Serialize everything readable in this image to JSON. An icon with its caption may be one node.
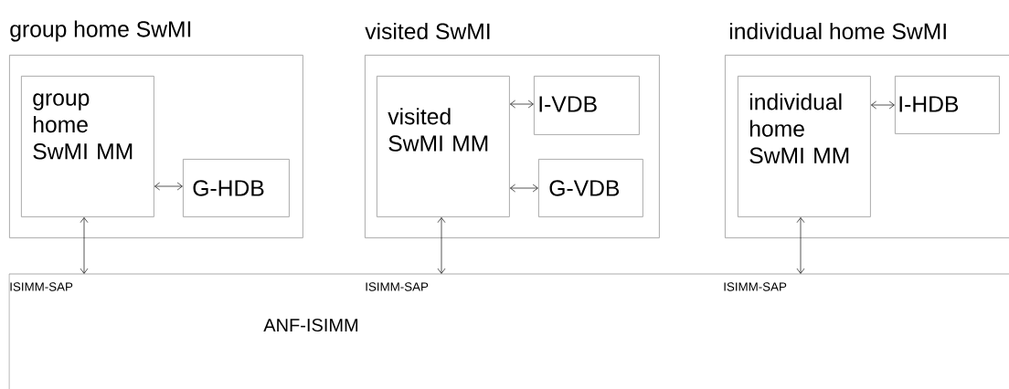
{
  "diagram": {
    "nodes": [
      {
        "text": [
          "group home SwMI"
        ]
      },
      {
        "text": [
          "group home SwMI MM"
        ],
        "in": 0
      },
      {
        "text": [
          "G-HDB"
        ],
        "in": 0
      },
      {
        "text": [
          "visited SwMI"
        ]
      },
      {
        "text": [
          "visited SwMI MM"
        ],
        "in": 3
      },
      {
        "text": [
          "I-VDB"
        ],
        "in": 3
      },
      {
        "text": [
          "G-VDB"
        ],
        "in": 3
      },
      {
        "text": [
          "individual home SwMI"
        ]
      },
      {
        "text": [
          "individual home SwMI MM"
        ],
        "in": 7
      },
      {
        "text": [
          "I-HDB"
        ],
        "in": 7
      },
      {
        "text": [
          "ISIMM-SAP",
          "ISIMM-SAP",
          "ISIMM-SAP",
          "ANF-ISIMM"
        ]
      }
    ],
    "edges": [
      {
        "from": 1,
        "to": 2,
        "arrow": "both"
      },
      {
        "from": 4,
        "to": 5,
        "arrow": "both"
      },
      {
        "from": 4,
        "to": 6,
        "arrow": "both"
      },
      {
        "from": 8,
        "to": 9,
        "arrow": "both"
      },
      {
        "from": 1,
        "to": 10,
        "arrow": "both"
      },
      {
        "from": 4,
        "to": 10,
        "arrow": "both"
      },
      {
        "from": 8,
        "to": 10,
        "arrow": "both"
      }
    ]
  }
}
